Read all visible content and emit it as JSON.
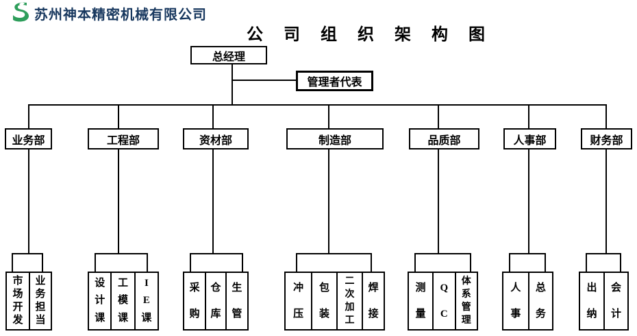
{
  "header": {
    "company_name": "苏州神本精密机械有限公司",
    "logo_icon": "green-s-leaf-logo"
  },
  "title": "公 司 组 织 架 构 图",
  "top": {
    "general_manager": "总经理",
    "management_representative": "管理者代表"
  },
  "departments": [
    {
      "name": "业务部",
      "units": [
        "市场开发",
        "业务担当"
      ]
    },
    {
      "name": "工程部",
      "units": [
        "设计课",
        "工模课",
        "IE课"
      ]
    },
    {
      "name": "资材部",
      "units": [
        "采购",
        "仓库",
        "生管"
      ]
    },
    {
      "name": "制造部",
      "units": [
        "冲压",
        "包装",
        "二次加工",
        "焊接"
      ]
    },
    {
      "name": "品质部",
      "units": [
        "测量",
        "QC",
        "体系管理"
      ]
    },
    {
      "name": "人事部",
      "units": [
        "人事",
        "总务"
      ]
    },
    {
      "name": "财务部",
      "units": [
        "出纳",
        "会计"
      ]
    }
  ],
  "colors": {
    "line": "#000000",
    "logo_green": "#2E9E5B",
    "company_text": "#17375E"
  }
}
